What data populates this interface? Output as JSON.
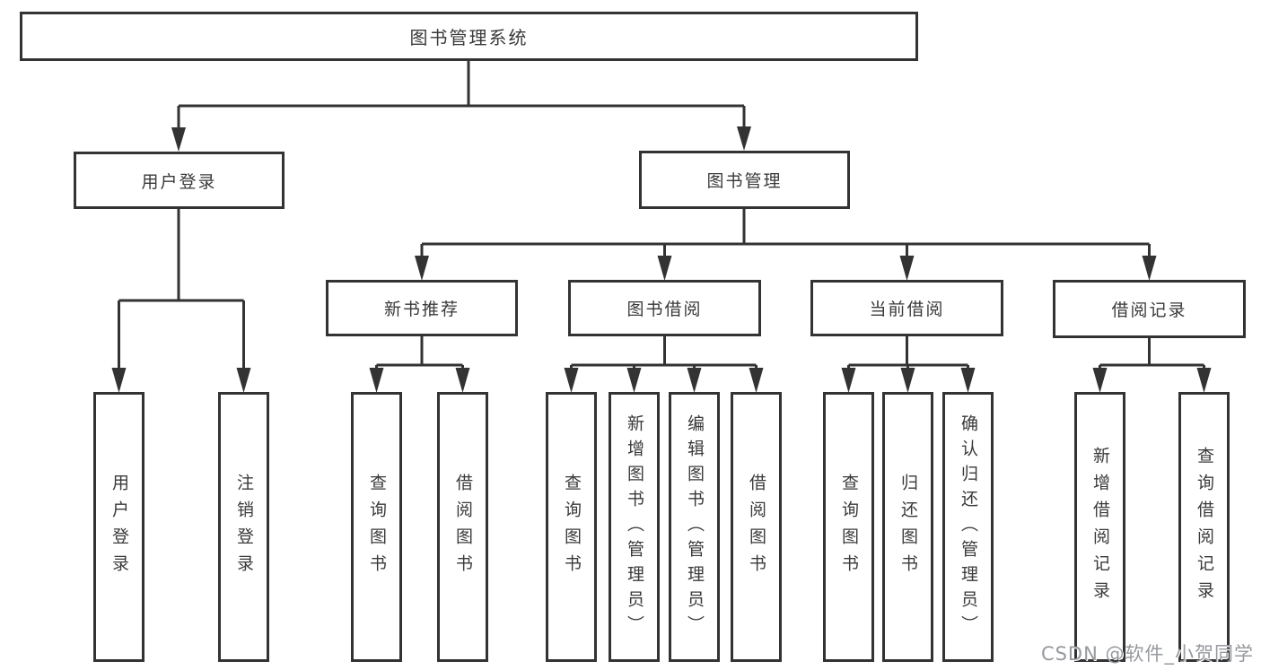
{
  "nodes": {
    "root": "图书管理系统",
    "user_login": "用户登录",
    "book_mgmt": "图书管理",
    "new_book_rec": "新书推荐",
    "book_borrow": "图书借阅",
    "current_borrow": "当前借阅",
    "borrow_records": "借阅记录",
    "leaf_user_login": "用户登录",
    "leaf_logout": "注销登录",
    "leaf_query_book_1": "查询图书",
    "leaf_borrow_book_1": "借阅图书",
    "leaf_query_book_2": "查询图书",
    "leaf_add_book_admin": "新增图书（管理员）",
    "leaf_edit_book_admin": "编辑图书（管理员）",
    "leaf_borrow_book_2": "借阅图书",
    "leaf_query_book_3": "查询图书",
    "leaf_return_book": "归还图书",
    "leaf_confirm_return_admin": "确认归还（管理员）",
    "leaf_add_borrow_record": "新增借阅记录",
    "leaf_query_borrow_record": "查询借阅记录"
  },
  "tree": {
    "label": "图书管理系统",
    "children": [
      {
        "label": "用户登录",
        "children": [
          {
            "label": "用户登录"
          },
          {
            "label": "注销登录"
          }
        ]
      },
      {
        "label": "图书管理",
        "children": [
          {
            "label": "新书推荐",
            "children": [
              {
                "label": "查询图书"
              },
              {
                "label": "借阅图书"
              }
            ]
          },
          {
            "label": "图书借阅",
            "children": [
              {
                "label": "查询图书"
              },
              {
                "label": "新增图书（管理员）"
              },
              {
                "label": "编辑图书（管理员）"
              },
              {
                "label": "借阅图书"
              }
            ]
          },
          {
            "label": "当前借阅",
            "children": [
              {
                "label": "查询图书"
              },
              {
                "label": "归还图书"
              },
              {
                "label": "确认归还（管理员）"
              }
            ]
          },
          {
            "label": "借阅记录",
            "children": [
              {
                "label": "新增借阅记录"
              },
              {
                "label": "查询借阅记录"
              }
            ]
          }
        ]
      }
    ]
  },
  "watermark": "CSDN @软件_小贺同学",
  "colors": {
    "line": "#333333",
    "border": "#333333",
    "background": "#ffffff",
    "text": "#3a3a3a",
    "watermark": "#96999e"
  }
}
